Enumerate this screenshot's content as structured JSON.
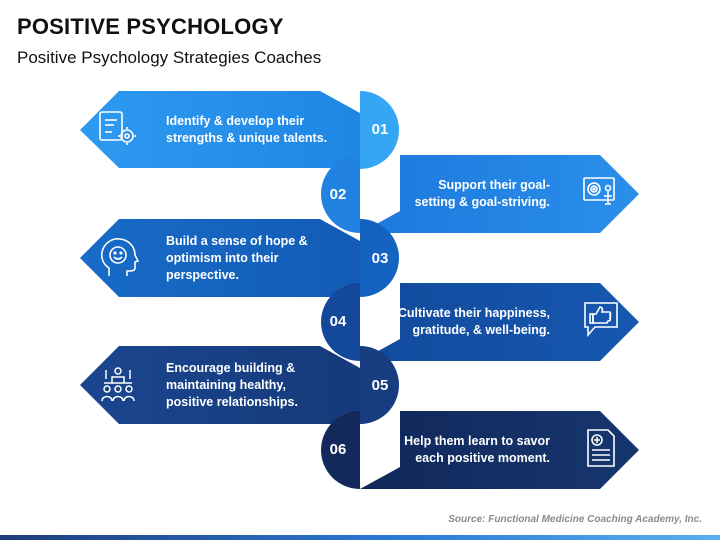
{
  "title": "POSITIVE PSYCHOLOGY",
  "subtitle": "Positive Psychology Strategies Coaches",
  "steps": [
    {
      "number": "01",
      "text": "Identify & develop their\nstrengths & unique talents.",
      "icon": "documents-gear-icon"
    },
    {
      "number": "02",
      "text": "Support their goal-\nsetting & goal-striving.",
      "icon": "presentation-target-icon"
    },
    {
      "number": "03",
      "text": "Build a sense of hope &\noptimism into their\nperspective.",
      "icon": "happy-mind-icon"
    },
    {
      "number": "04",
      "text": "Cultivate their happiness,\ngratitude, & well-being.",
      "icon": "thumbs-up-speech-icon"
    },
    {
      "number": "05",
      "text": "Encourage building &\nmaintaining healthy,\npositive relationships.",
      "icon": "group-meeting-icon"
    },
    {
      "number": "06",
      "text": "Help them learn to savor\neach positive moment.",
      "icon": "certificate-document-icon"
    }
  ],
  "source": "Source: Functional Medicine Coaching Academy, Inc.",
  "colors": {
    "step1": "#2a95ec",
    "step2": "#1f7fe0",
    "step3": "#1565c0",
    "step4": "#1452a8",
    "step5": "#173f85",
    "step6": "#142f66",
    "icon_stroke": "#ffffff"
  }
}
